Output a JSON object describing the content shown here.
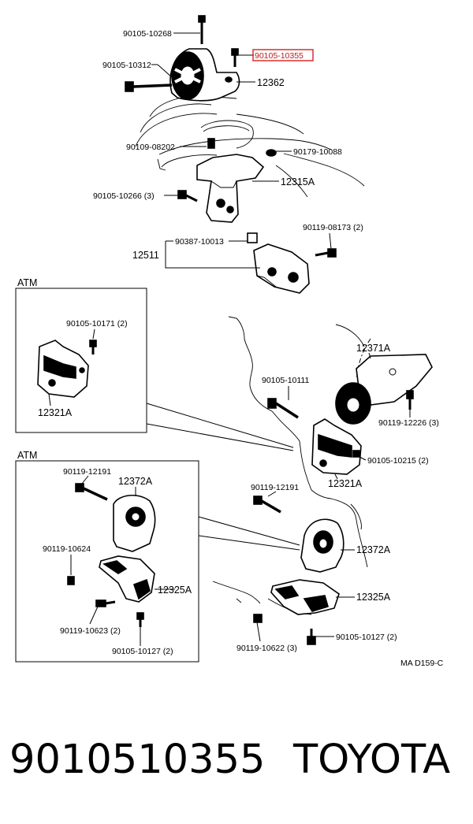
{
  "diagram": {
    "highlight_color": "#d42222",
    "sections": [
      {
        "key": "atm_top",
        "label": "ATM"
      },
      {
        "key": "atm_bottom",
        "label": "ATM"
      }
    ],
    "labels": {
      "l1": "90105-10268",
      "l2": "90105-10355",
      "l3": "90105-10312",
      "l4": "12362",
      "l5": "90109-08202",
      "l6": "90179-10088",
      "l7": "12315A",
      "l8": "90105-10266 (3)",
      "l9": "90387-10013",
      "l10": "90119-08173 (2)",
      "l11": "12511",
      "l12": "90105-10171 (2)",
      "l13": "12321A",
      "l14": "12371A",
      "l15": "90105-10111",
      "l16": "90119-12226 (3)",
      "l17": "90105-10215 (2)",
      "l18": "12321A",
      "l19": "90119-12191",
      "l20": "12372A",
      "l21": "90119-10624",
      "l22": "12325A",
      "l23": "90119-10623 (2)",
      "l24": "90105-10127 (2)",
      "l25": "90119-12191",
      "l26": "12372A",
      "l27": "12325A",
      "l28": "90105-10127 (2)",
      "l29": "90119-10622 (3)",
      "l30": "MA D159-C"
    }
  },
  "footer": {
    "part_number": "9010510355",
    "brand": "TOYOTA"
  }
}
